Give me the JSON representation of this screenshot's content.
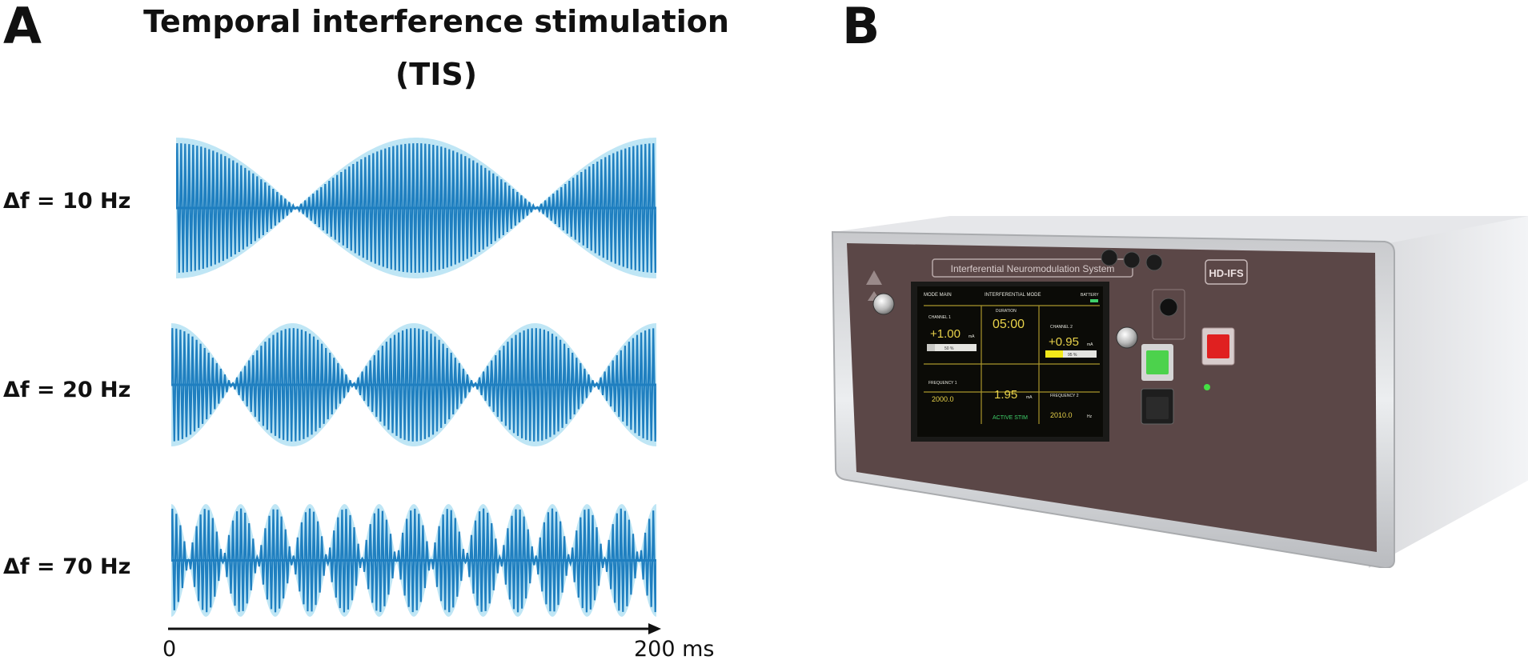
{
  "panel_a": {
    "letter": "A",
    "title_line1": "Temporal interference stimulation",
    "title_line2": "(TIS)",
    "rows": [
      {
        "label": "Δf = 10 Hz",
        "delta_f_hz": 10
      },
      {
        "label": "Δf = 20 Hz",
        "delta_f_hz": 20
      },
      {
        "label": "Δf = 70 Hz",
        "delta_f_hz": 70
      }
    ],
    "axis": {
      "start_label": "0",
      "end_label": "200 ms",
      "duration_ms": 200
    },
    "colors": {
      "wave_dark": "#1f7fc0",
      "wave_light": "#bfe6f5"
    }
  },
  "panel_b": {
    "letter": "B",
    "device": {
      "banner": "Interferential Neuromodulation System",
      "side_badge": "HD-IFS",
      "screen_header_left": "MODE MAIN",
      "screen_header_center": "INTERFERENTIAL MODE",
      "screen_header_right": "BATTERY",
      "channel1_label": "CHANNEL 1",
      "channel1_value": "+1.00",
      "channel1_unit": "mA",
      "channel2_label": "CHANNEL 2",
      "channel2_value": "+0.95",
      "channel2_unit": "mA",
      "duration_label": "DURATION",
      "duration_value": "05:00",
      "freq1_label": "FREQUENCY 1",
      "freq1_value": "2000.0",
      "freq2_label": "FREQUENCY 2",
      "freq2_value": "2010.0",
      "unit_hz": "Hz",
      "center_value": "1.95",
      "center_unit": "mA",
      "status_text": "ACTIVE STIM",
      "bar1_text": "50 %",
      "bar2_text": "95 %",
      "colors": {
        "panel": "#5b4747",
        "screen": "#0b0b07",
        "text_yellow": "#e8d24a",
        "green_button": "#4cd24c",
        "red_button": "#e02020"
      }
    }
  }
}
